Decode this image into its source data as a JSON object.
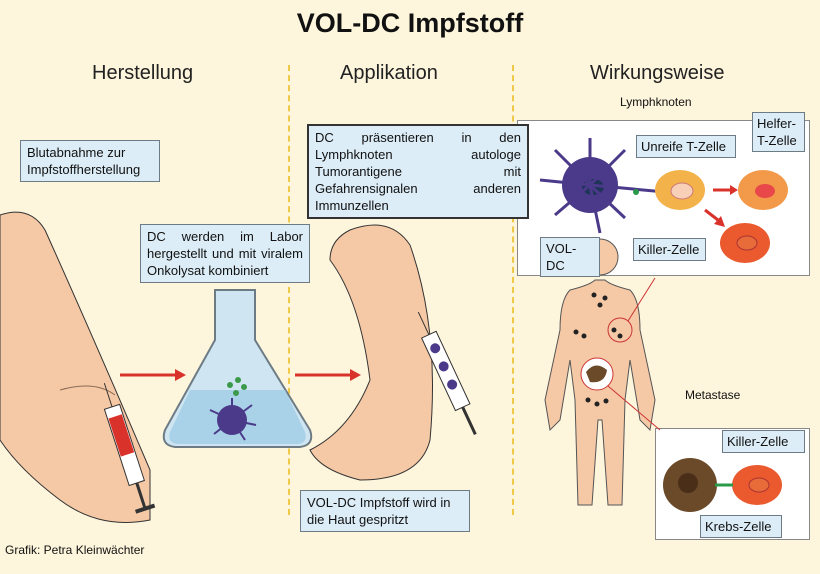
{
  "title": "VOL-DC Impfstoff",
  "columns": {
    "herstellung": "Herstellung",
    "applikation": "Applikation",
    "wirkungsweise": "Wirkungsweise"
  },
  "labels": {
    "blutabnahme": "Blutabnahme zur Impfstoffherstellung",
    "labor": "DC werden im Labor hergestellt und mit viralem Onkolysat kombiniert",
    "praesentieren": "DC präsentieren in den Lymphknoten autologe Tumorantigene mit Gefahrensignalen anderen Immunzellen",
    "lymphknoten": "Lymphknoten",
    "unreife": "Unreife T-Zelle",
    "helfer": "Helfer-T-Zelle",
    "voldc": "VOL-DC",
    "killer": "Killer-Zelle",
    "metastase": "Metastase",
    "killer2": "Killer-Zelle",
    "krebs": "Krebs-Zelle",
    "impfstoff": "VOL-DC Impfstoff wird in die Haut gespritzt"
  },
  "credit": "Grafik: Petra Kleinwächter",
  "colors": {
    "background": "#fdf5dc",
    "box": "#dcedf7",
    "arrow": "#d9322b",
    "dc": "#4b3a8a",
    "skin": "#f5c9a6"
  }
}
